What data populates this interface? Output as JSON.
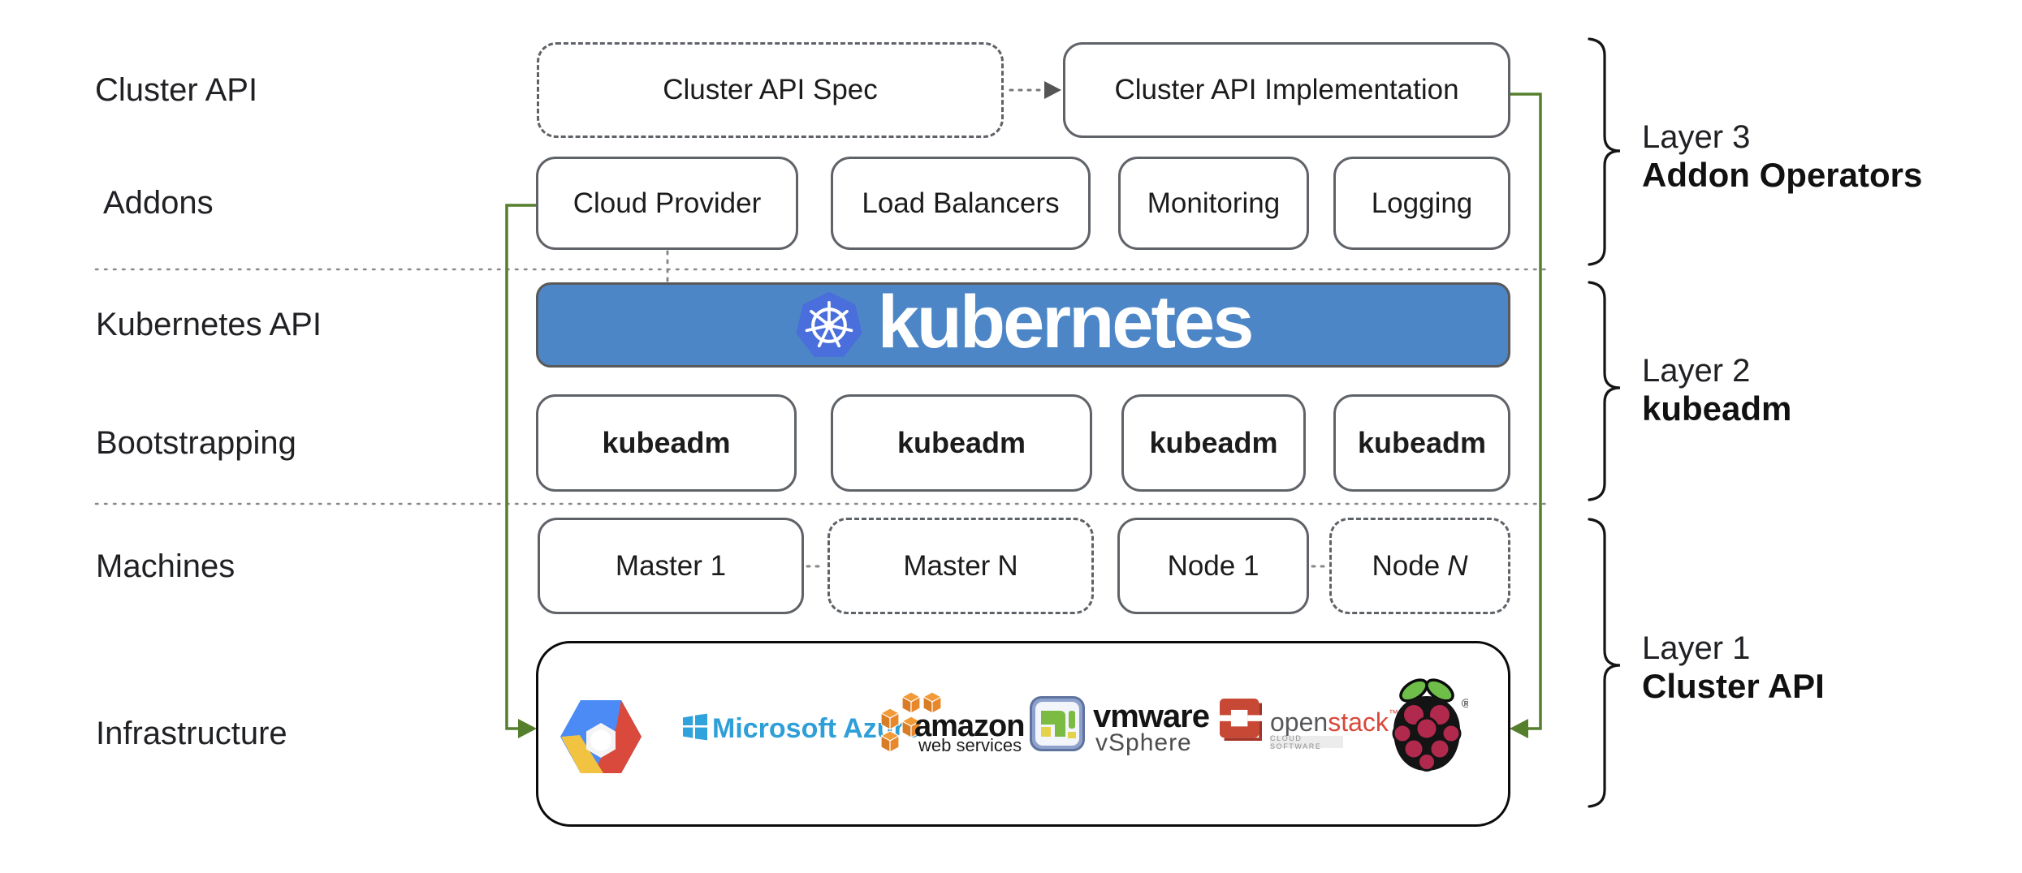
{
  "row_labels": [
    "Cluster API",
    "Addons",
    "Kubernetes API",
    "Bootstrapping",
    "Machines",
    "Infrastructure"
  ],
  "cluster_api_row": {
    "spec_label": "Cluster API Spec",
    "implementation_label": "Cluster API Implementation"
  },
  "addons_row": {
    "boxes": [
      "Cloud Provider",
      "Load Balancers",
      "Monitoring",
      "Logging"
    ]
  },
  "kubernetes_banner": {
    "wordmark": "kubernetes"
  },
  "bootstrapping_row": {
    "boxes": [
      "kubeadm",
      "kubeadm",
      "kubeadm",
      "kubeadm"
    ]
  },
  "machines_row": {
    "master_1": "Master 1",
    "master_n_prefix": "Master",
    "master_n_suffix": "N",
    "node_1": "Node 1",
    "node_n_prefix": "Node",
    "node_n_suffix": "N"
  },
  "infrastructure_row": {
    "azure_text": "Microsoft Azure",
    "aws_text": "amazon",
    "aws_subtext": "web services",
    "vmware_text": "vmware",
    "vmware_subtext": "vSphere",
    "openstack_text_open": "open",
    "openstack_text_stack": "stack",
    "openstack_tm": "™",
    "openstack_subtext": "CLOUD SOFTWARE",
    "raspberry_mark": "®"
  },
  "layer_annotations": [
    {
      "title": "Layer 3",
      "subtitle": "Addon Operators"
    },
    {
      "title": "Layer 2",
      "subtitle": "kubeadm"
    },
    {
      "title": "Layer 1",
      "subtitle": "Cluster API"
    }
  ],
  "colors": {
    "banner_blue": "#4C86C6",
    "kubernetes_logo_blue": "#4A6EDC",
    "connector_green": "#567F2D",
    "box_border_gray": "#5F6368",
    "infrastructure_border_black": "#0B0B0B",
    "azure_blue": "#2F9FD8",
    "aws_orange": "#E8882B",
    "vmware_green": "#7CBB42",
    "vmware_yellow": "#E5D24B",
    "openstack_red": "#D9483B",
    "raspberry_crimson": "#B12A4D",
    "leaf_green": "#6EBE49",
    "text_black": "#202124"
  }
}
